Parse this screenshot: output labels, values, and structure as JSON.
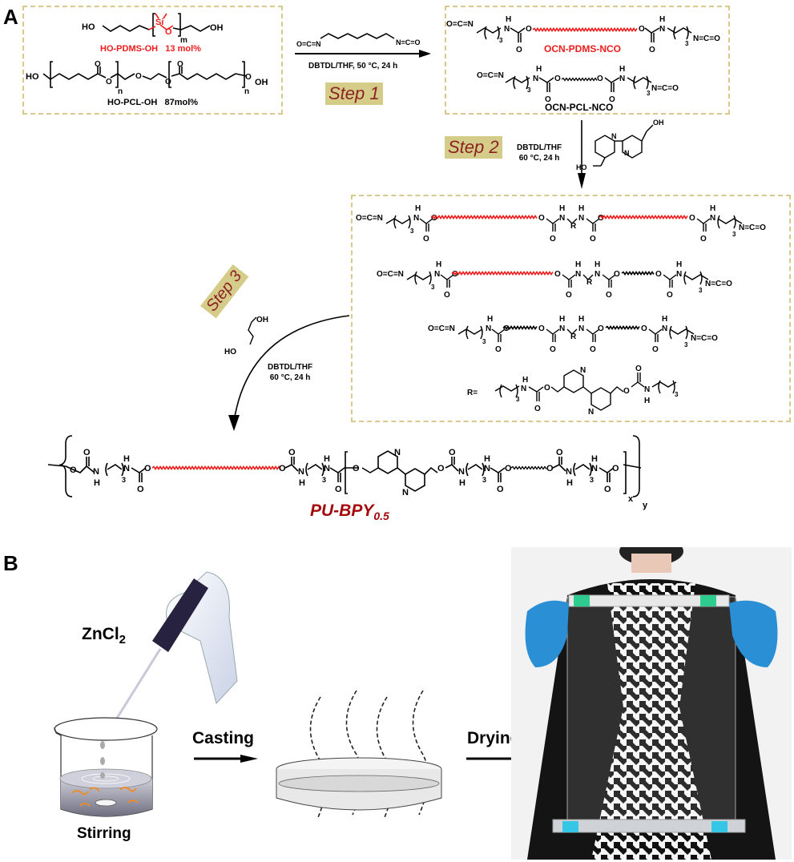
{
  "panel_a": {
    "letter": "A",
    "reactants": {
      "pdms": {
        "name": "HO-PDMS-OH",
        "ratio": "13 mol%",
        "end_left": "HO",
        "end_right": "OH",
        "si": "Si",
        "o": "O",
        "repeat": "m"
      },
      "pcl": {
        "name": "HO-PCL-OH",
        "ratio": "87mol%",
        "end_left": "HO",
        "end_right": "OH",
        "repeat": "n"
      }
    },
    "step1": {
      "label": "Step 1",
      "conditions": "DBTDL/THF, 50 °C, 24 h",
      "reagent": "hexamethylene diisocyanate"
    },
    "intermediates": {
      "pdms": "OCN-PDMS-NCO",
      "pcl": "OCN-PCL-NCO",
      "subscript": "3"
    },
    "step2": {
      "label": "Step 2",
      "conditions_line1": "DBTDL/THF",
      "conditions_line2": "60 °C, 24 h",
      "reagent_end": "OH",
      "reagent_end_left": "HO",
      "ring_atom": "N"
    },
    "prepolymers": {
      "r_label": "R=",
      "r_atom": "R",
      "h": "H",
      "n": "N",
      "o": "O",
      "subscript": "3"
    },
    "step3": {
      "label": "Step 3",
      "conditions_line1": "DBTDL/THF",
      "conditions_line2": "60 °C, 24 h",
      "reagent_end_top": "OH",
      "reagent_end_bottom": "HO"
    },
    "product": {
      "name_main": "PU-BPY",
      "name_sub": "0.5",
      "repeat_x": "x",
      "repeat_y": "y"
    }
  },
  "panel_b": {
    "letter": "B",
    "reagent": {
      "main": "ZnCl",
      "sub": "2"
    },
    "labels": {
      "stirring": "Stirring",
      "casting": "Casting",
      "drying": "Drying"
    }
  },
  "colors": {
    "pdms_red": "#ee1c1c",
    "product_red": "#a3080c",
    "step_bg": "#d6cc8a",
    "step_text": "#8b2323",
    "dashed_border": "#d9c98c",
    "glove_blue": "#2b8fd6",
    "clip_green": "#2ecc8e",
    "clip_cyan": "#35c6e6"
  }
}
